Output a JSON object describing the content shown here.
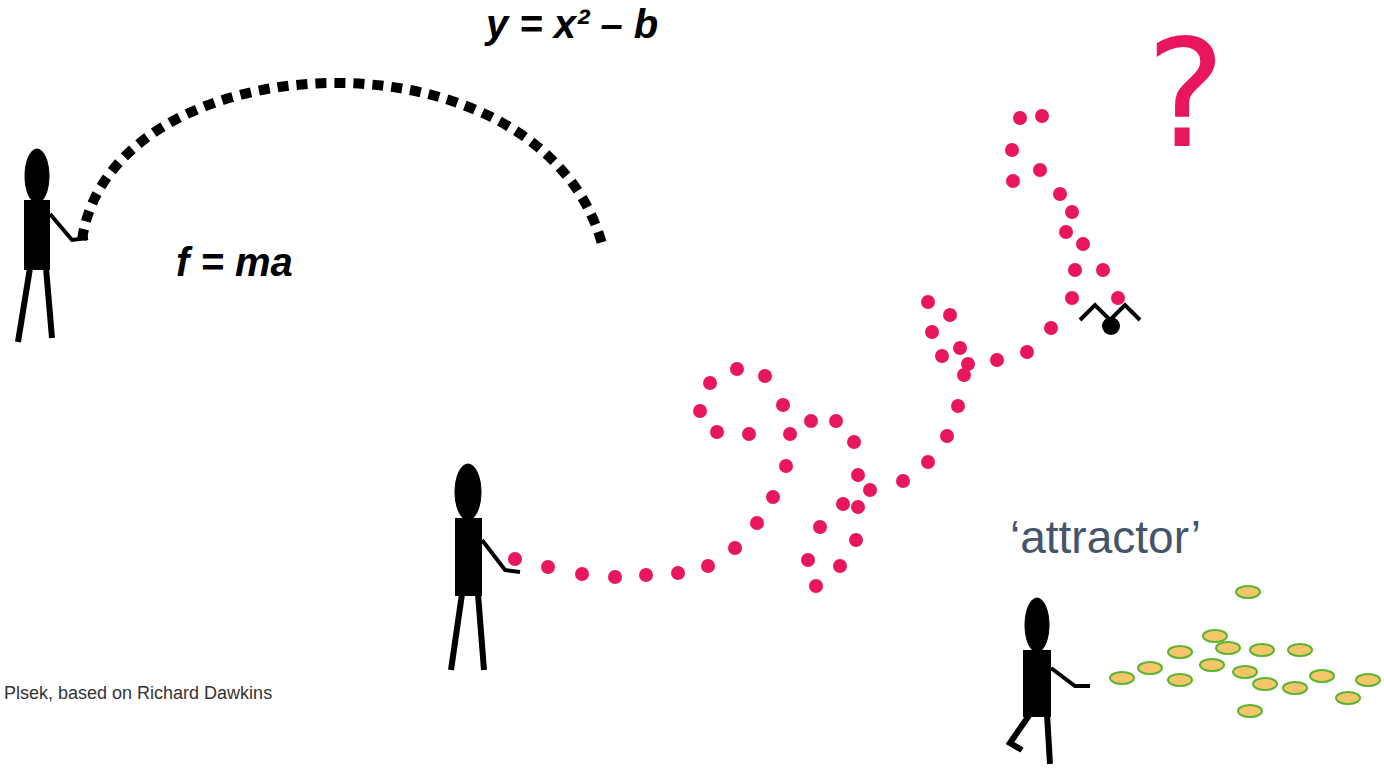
{
  "diagram": {
    "labels": [
      "y = x² – b",
      "f = ma",
      "?",
      "‘attractor’",
      "Plsek, based on Richard Dawkins"
    ]
  }
}
